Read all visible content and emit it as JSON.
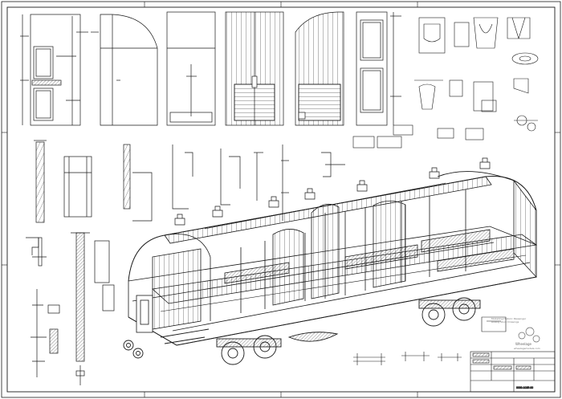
{
  "drawing": {
    "type": "technical blueprint",
    "line_color": "#1a1a1a",
    "paper_color": "#ffffff"
  },
  "watermark": {
    "line1": "Modelling Historic Passenger",
    "line2": "Rolling Stock Drawings",
    "brand": "Wheelage",
    "url": "wheelagemodels.com"
  },
  "title_block": {
    "title": "",
    "number": "0000-1025-00"
  }
}
